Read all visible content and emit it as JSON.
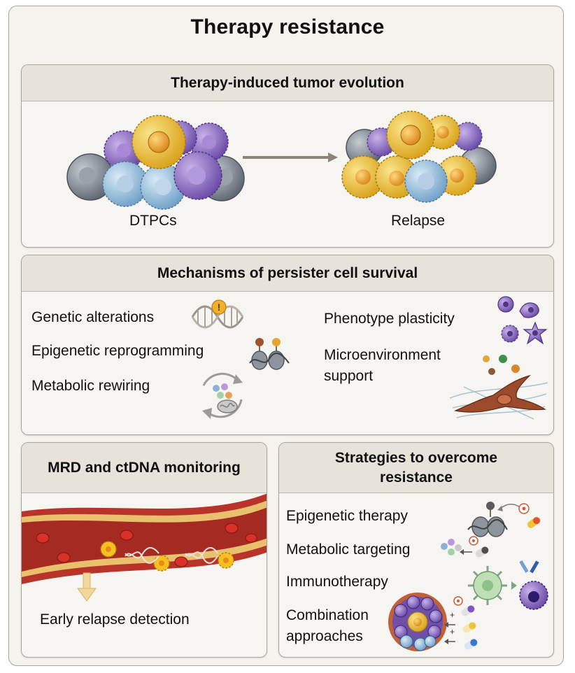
{
  "title": "Therapy resistance",
  "evolution": {
    "heading": "Therapy-induced tumor evolution",
    "left_label": "DTPCs",
    "right_label": "Relapse"
  },
  "mechanisms": {
    "heading": "Mechanisms of persister cell survival",
    "items": [
      "Genetic alterations",
      "Epigenetic reprogramming",
      "Metabolic rewiring",
      "Phenotype plasticity"
    ],
    "microenvironment": [
      "Microenvironment",
      "support"
    ]
  },
  "mrd": {
    "heading": "MRD and ctDNA monitoring",
    "caption": "Early relapse detection"
  },
  "strategies": {
    "heading": [
      "Strategies to overcome",
      "resistance"
    ],
    "items": [
      "Epigenetic therapy",
      "Metabolic targeting",
      "Immunotherapy"
    ],
    "combination": [
      "Combination",
      "approaches"
    ]
  },
  "colors": {
    "yellow_cell": "#e9b526",
    "purple_cell": "#8a6cc0",
    "blue_cell": "#8fb8d8",
    "gray_cell": "#6f7782",
    "vessel": "#b8332a",
    "arrow": "#8c8478"
  }
}
